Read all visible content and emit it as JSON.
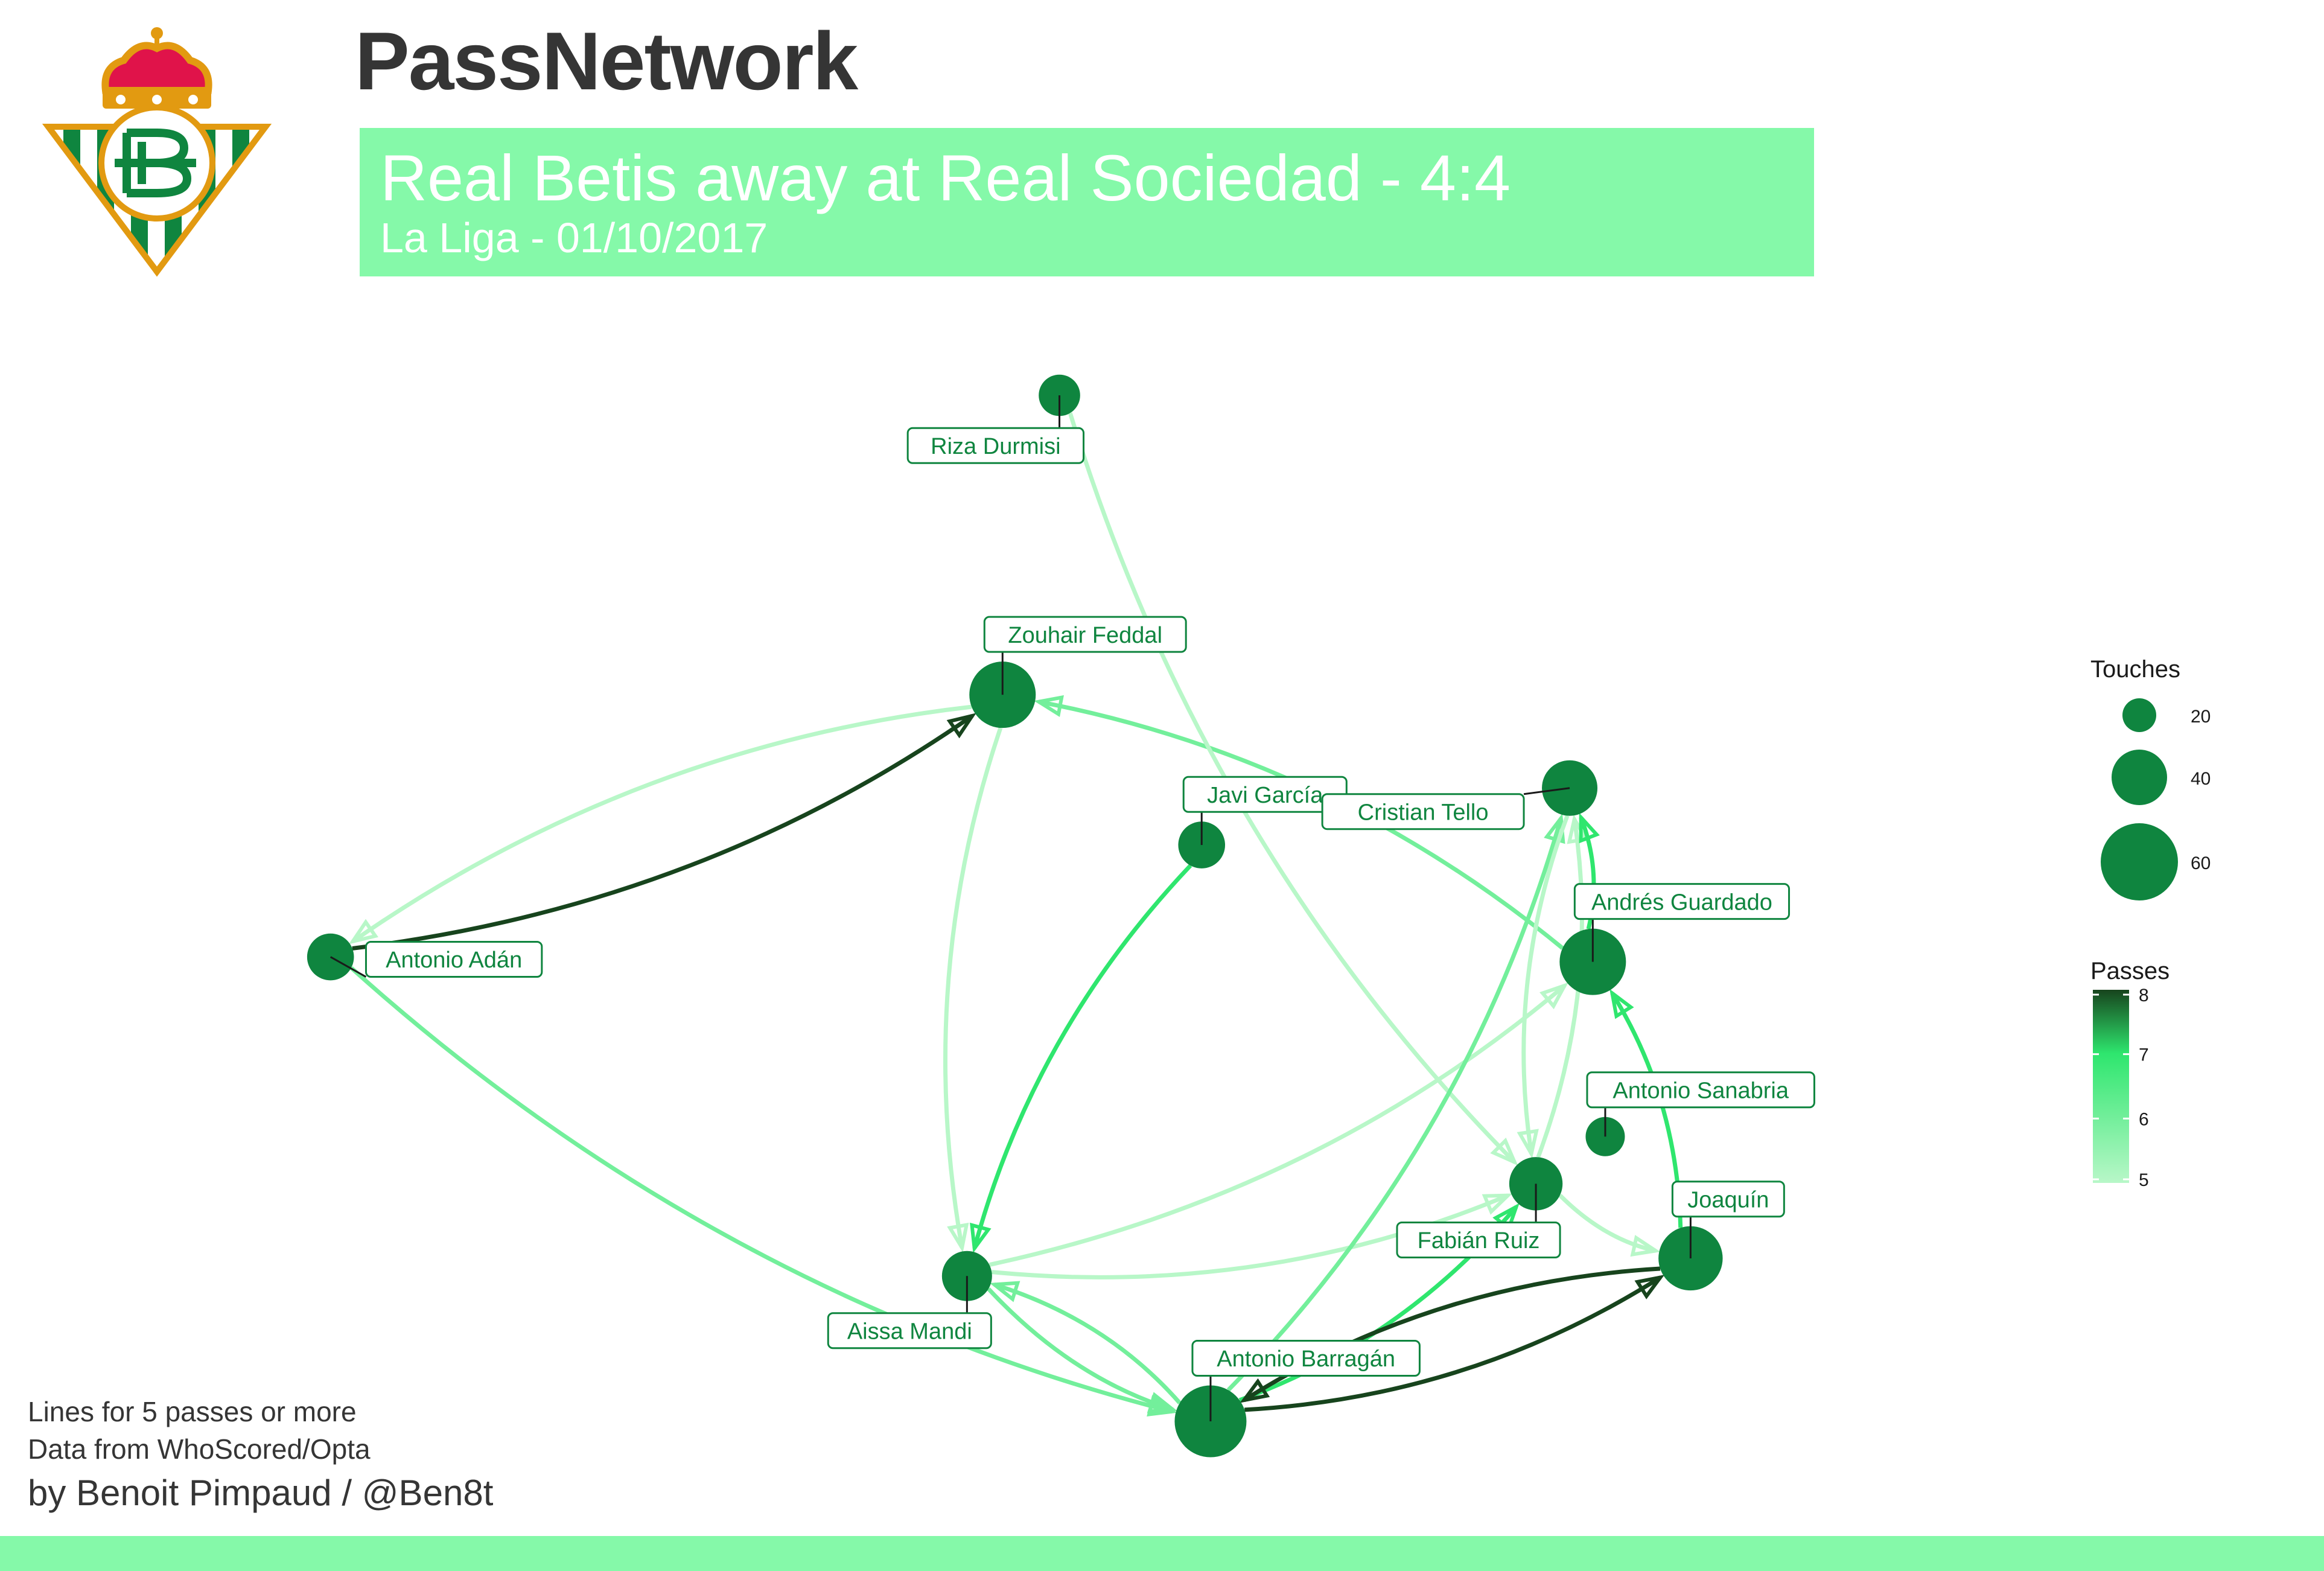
{
  "header": {
    "title": "PassNetwork",
    "subtitle": "Real Betis away at Real Sociedad - 4:4",
    "subsubtitle": "La Liga - 01/10/2017"
  },
  "footer": {
    "caption_lines": [
      "Lines for 5 passes or more",
      "Data from WhoScored/Opta"
    ],
    "credit": "by Benoit Pimpaud / @Ben8t"
  },
  "colors": {
    "accent": "#85f9a9",
    "node": "#0f853f",
    "label_text": "#0f853f",
    "title": "#353535",
    "pass_low": "#b8f7c8",
    "pass_mid": "#2ee66e",
    "pass_high": "#17441d"
  },
  "chart_data": {
    "type": "network",
    "title": "PassNetwork",
    "subtitle": "Real Betis away at Real Sociedad - 4:4",
    "legend_size": {
      "title": "Touches",
      "breaks": [
        20,
        40,
        60
      ],
      "placement": "right"
    },
    "legend_color": {
      "title": "Passes",
      "breaks": [
        5,
        6,
        7,
        8
      ],
      "range": [
        5,
        8
      ],
      "placement": "right"
    },
    "players": [
      {
        "name": "Riza Durmisi",
        "x": 0.49,
        "y": 0.925,
        "touches": 27,
        "label_side": "below"
      },
      {
        "name": "Zouhair Feddal",
        "x": 0.458,
        "y": 0.62,
        "touches": 50,
        "label_side": "above"
      },
      {
        "name": "Javi García",
        "x": 0.57,
        "y": 0.467,
        "touches": 32,
        "label_side": "above"
      },
      {
        "name": "Cristian Tello",
        "x": 0.777,
        "y": 0.525,
        "touches": 40,
        "label_side": "left"
      },
      {
        "name": "Andrés Guardado",
        "x": 0.79,
        "y": 0.348,
        "touches": 50,
        "label_side": "above"
      },
      {
        "name": "Antonio Sanabria",
        "x": 0.797,
        "y": 0.17,
        "touches": 25,
        "label_side": "above"
      },
      {
        "name": "Antonio Adán",
        "x": 0.08,
        "y": 0.353,
        "touches": 32,
        "label_side": "right"
      },
      {
        "name": "Fabián Ruiz",
        "x": 0.758,
        "y": 0.122,
        "touches": 38,
        "label_side": "below"
      },
      {
        "name": "Joaquín",
        "x": 0.845,
        "y": 0.046,
        "touches": 48,
        "label_side": "above"
      },
      {
        "name": "Aissa Mandi",
        "x": 0.438,
        "y": 0.028,
        "touches": 35,
        "label_side": "below"
      },
      {
        "name": "Antonio Barragán",
        "x": 0.575,
        "y": -0.12,
        "touches": 55,
        "label_side": "above"
      }
    ],
    "passes": [
      {
        "from": "Antonio Adán",
        "to": "Zouhair Feddal",
        "count": 8
      },
      {
        "from": "Zouhair Feddal",
        "to": "Antonio Adán",
        "count": 5
      },
      {
        "from": "Zouhair Feddal",
        "to": "Aissa Mandi",
        "count": 5
      },
      {
        "from": "Antonio Adán",
        "to": "Antonio Barragán",
        "count": 6
      },
      {
        "from": "Javi García",
        "to": "Aissa Mandi",
        "count": 7
      },
      {
        "from": "Andrés Guardado",
        "to": "Zouhair Feddal",
        "count": 6
      },
      {
        "from": "Riza Durmisi",
        "to": "Fabián Ruiz",
        "count": 5
      },
      {
        "from": "Aissa Mandi",
        "to": "Andrés Guardado",
        "count": 5
      },
      {
        "from": "Aissa Mandi",
        "to": "Fabián Ruiz",
        "count": 5
      },
      {
        "from": "Aissa Mandi",
        "to": "Antonio Barragán",
        "count": 6
      },
      {
        "from": "Antonio Barragán",
        "to": "Aissa Mandi",
        "count": 6
      },
      {
        "from": "Antonio Barragán",
        "to": "Cristian Tello",
        "count": 6
      },
      {
        "from": "Antonio Barragán",
        "to": "Fabián Ruiz",
        "count": 7
      },
      {
        "from": "Antonio Barragán",
        "to": "Joaquín",
        "count": 8
      },
      {
        "from": "Joaquín",
        "to": "Antonio Barragán",
        "count": 8
      },
      {
        "from": "Fabián Ruiz",
        "to": "Cristian Tello",
        "count": 5
      },
      {
        "from": "Cristian Tello",
        "to": "Fabián Ruiz",
        "count": 5
      },
      {
        "from": "Fabián Ruiz",
        "to": "Joaquín",
        "count": 5
      },
      {
        "from": "Joaquín",
        "to": "Andrés Guardado",
        "count": 7
      },
      {
        "from": "Andrés Guardado",
        "to": "Cristian Tello",
        "count": 7
      }
    ]
  }
}
